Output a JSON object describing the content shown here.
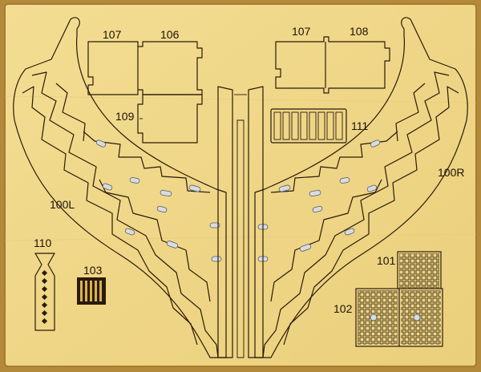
{
  "board": {
    "wood_color": "#f0d98c",
    "edge_color": "#b38a3c",
    "line_color": "#2a1a08"
  },
  "labels": {
    "p107_left": "107",
    "p106": "106",
    "p109": "109",
    "p107_right": "107",
    "p108": "108",
    "p111": "111",
    "p100L": "100L",
    "p100R": "100R",
    "p110": "110",
    "p103": "103",
    "p101": "101",
    "p102": "102"
  }
}
